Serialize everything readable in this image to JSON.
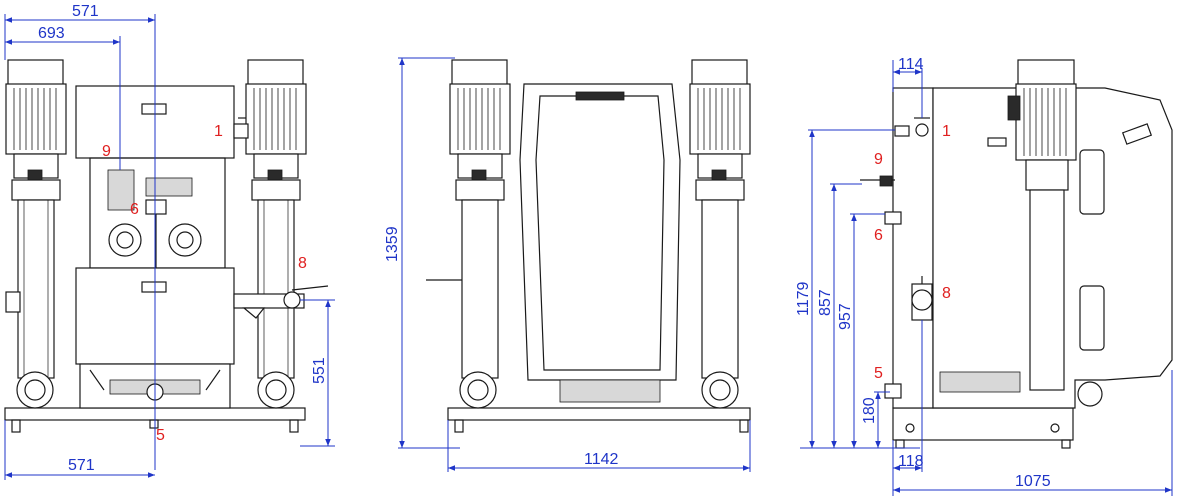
{
  "dimensions": {
    "front_top_571": "571",
    "front_693": "693",
    "front_551": "551",
    "front_bottom_571": "571",
    "side_1359": "1359",
    "side_1142": "1142",
    "right_114": "114",
    "right_1179": "1179",
    "right_857": "857",
    "right_957": "957",
    "right_180": "180",
    "right_118": "118",
    "right_1075": "1075"
  },
  "callouts": {
    "front_1": "1",
    "front_9": "9",
    "front_6": "6",
    "front_8": "8",
    "front_5": "5",
    "right_1": "1",
    "right_9": "9",
    "right_6": "6",
    "right_8": "8",
    "right_5": "5"
  },
  "colors": {
    "dimension": "#1f35c8",
    "callout": "#e02020",
    "line": "#1a1a1a"
  }
}
